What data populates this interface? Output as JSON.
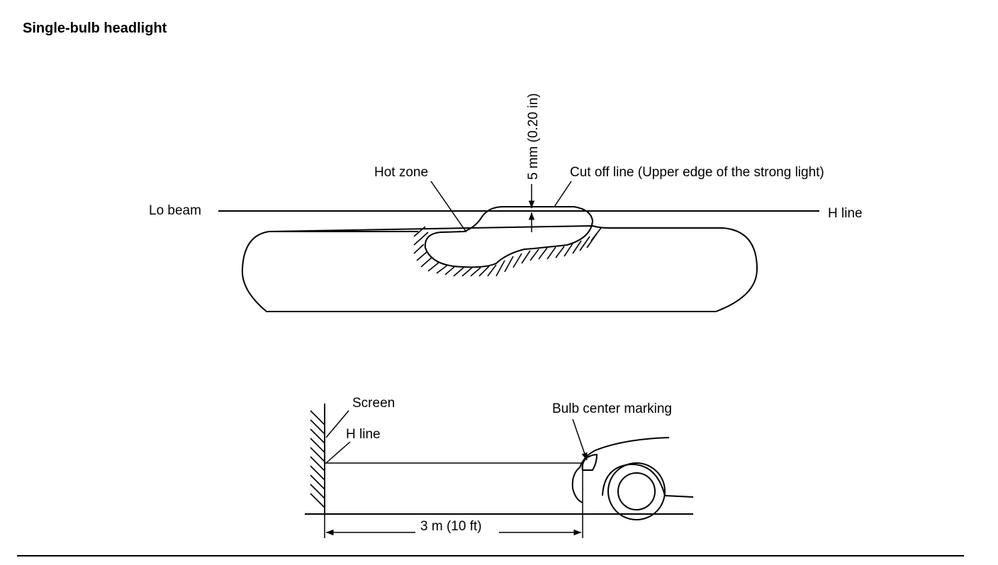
{
  "title": "Single-bulb headlight",
  "beam_pattern": {
    "lo_beam_label": "Lo beam",
    "h_line_label": "H line",
    "hot_zone_label": "Hot zone",
    "cut_off_label": "Cut off line (Upper edge of the strong light)",
    "dimension_label": "5 mm (0.20 in)"
  },
  "side_view": {
    "screen_label": "Screen",
    "h_line_label": "H line",
    "bulb_label": "Bulb center marking",
    "distance_label": "3 m (10 ft)"
  }
}
